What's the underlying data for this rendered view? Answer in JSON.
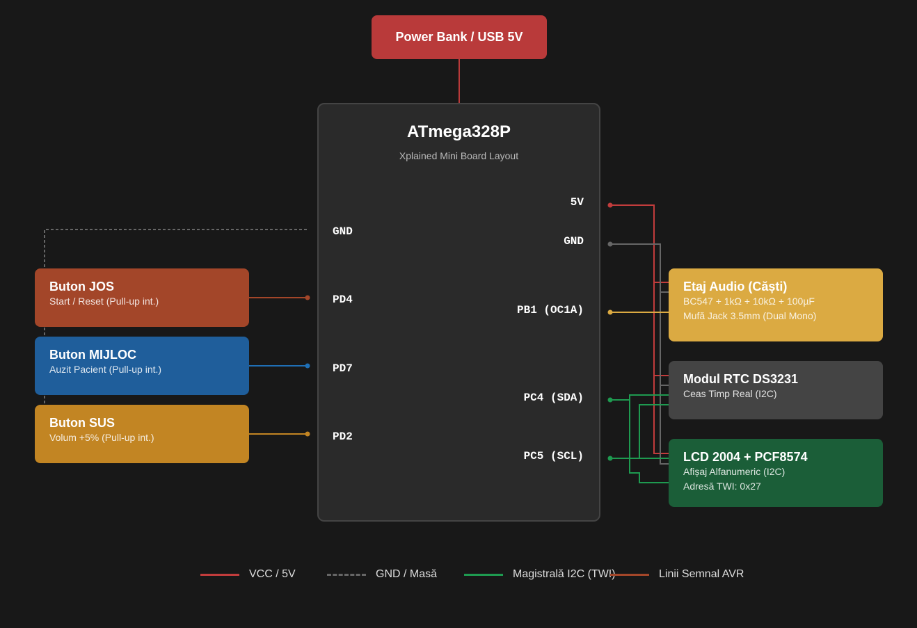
{
  "power": {
    "label": "Power Bank / USB 5V"
  },
  "mcu": {
    "title": "ATmega328P",
    "subtitle": "Xplained Mini Board Layout",
    "pins_left": [
      "GND",
      "PD4",
      "PD7",
      "PD2"
    ],
    "pins_right": [
      "5V",
      "GND",
      "PB1 (OC1A)",
      "PC4 (SDA)",
      "PC5 (SCL)"
    ]
  },
  "buttons": [
    {
      "title": "Buton JOS",
      "sub": "Start / Reset (Pull-up int.)",
      "color": "#a34629"
    },
    {
      "title": "Buton MIJLOC",
      "sub": "Auzit Pacient (Pull-up int.)",
      "color": "#1f5e9b"
    },
    {
      "title": "Buton SUS",
      "sub": "Volum +5% (Pull-up int.)",
      "color": "#c28523"
    }
  ],
  "modules": {
    "audio": {
      "title": "Etaj Audio (Căști)",
      "line1": "BC547 + 1kΩ + 10kΩ + 100µF",
      "line2": "Mufă Jack 3.5mm (Dual Mono)",
      "color": "#dbaa42"
    },
    "rtc": {
      "title": "Modul RTC DS3231",
      "line1": "Ceas Timp Real (I2C)",
      "color": "#444444"
    },
    "lcd": {
      "title": "LCD 2004 + PCF8574",
      "line1": "Afișaj Alfanumeric (I2C)",
      "line2": "Adresă TWI: 0x27",
      "color": "#1b5e38"
    }
  },
  "legend": [
    {
      "label": "VCC / 5V",
      "color": "#c23c3c",
      "style": "solid"
    },
    {
      "label": "GND / Masă",
      "color": "#666666",
      "style": "dashed"
    },
    {
      "label": "Magistrală I2C (TWI)",
      "color": "#1e9a50",
      "style": "solid"
    },
    {
      "label": "Linii Semnal AVR",
      "color": "#a34629",
      "style": "solid"
    }
  ],
  "colors": {
    "vcc": "#c23c3c",
    "gnd": "#666666",
    "i2c": "#1e9a50",
    "sig_jos": "#a34629",
    "sig_mij": "#1f6fb5",
    "sig_sus": "#c28523",
    "sig_audio": "#dbaa42"
  }
}
